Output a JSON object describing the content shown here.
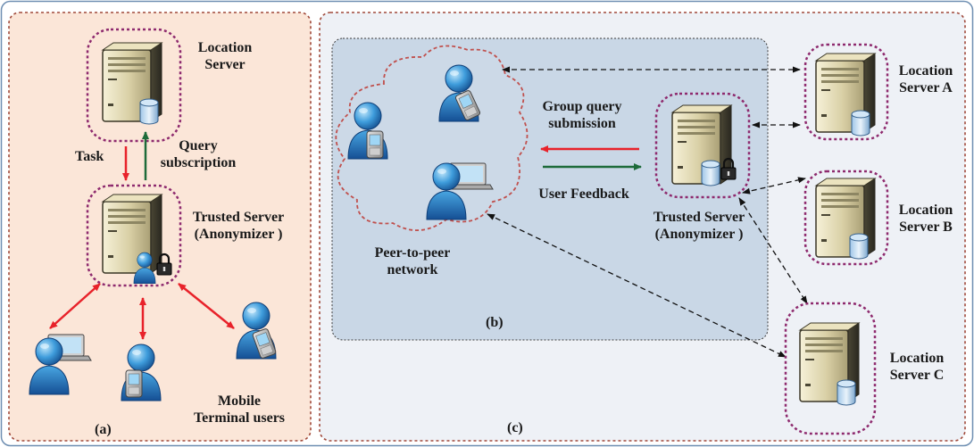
{
  "panel_a": {
    "caption": "(a)",
    "location_server": [
      "Location",
      "Server"
    ],
    "task": "Task",
    "query_subscription": [
      "Query",
      "subscription"
    ],
    "trusted_server": [
      "Trusted Server",
      "(Anonymizer )"
    ],
    "mobile_users": [
      "Mobile",
      "Terminal users"
    ]
  },
  "panel_b": {
    "caption": "(b)",
    "p2p": [
      "Peer-to-peer",
      "network"
    ],
    "group_query": [
      "Group query",
      "submission"
    ],
    "user_feedback": "User Feedback",
    "trusted_server": [
      "Trusted Server",
      "(Anonymizer )"
    ]
  },
  "panel_c": {
    "caption": "(c)",
    "server_a": [
      "Location",
      "Server A"
    ],
    "server_b": [
      "Location",
      "Server B"
    ],
    "server_c": [
      "Location",
      "Server C"
    ]
  },
  "colors": {
    "panel_a_fill": "#fbe6d8",
    "panel_c_fill": "#eef1f6",
    "panel_b_fill": "#c9d7e6",
    "dashed_border": "#a0493a",
    "server_halo": "#8e2a6e",
    "request_arrow": "#e8222a",
    "feedback_arrow": "#1d6b3a"
  }
}
